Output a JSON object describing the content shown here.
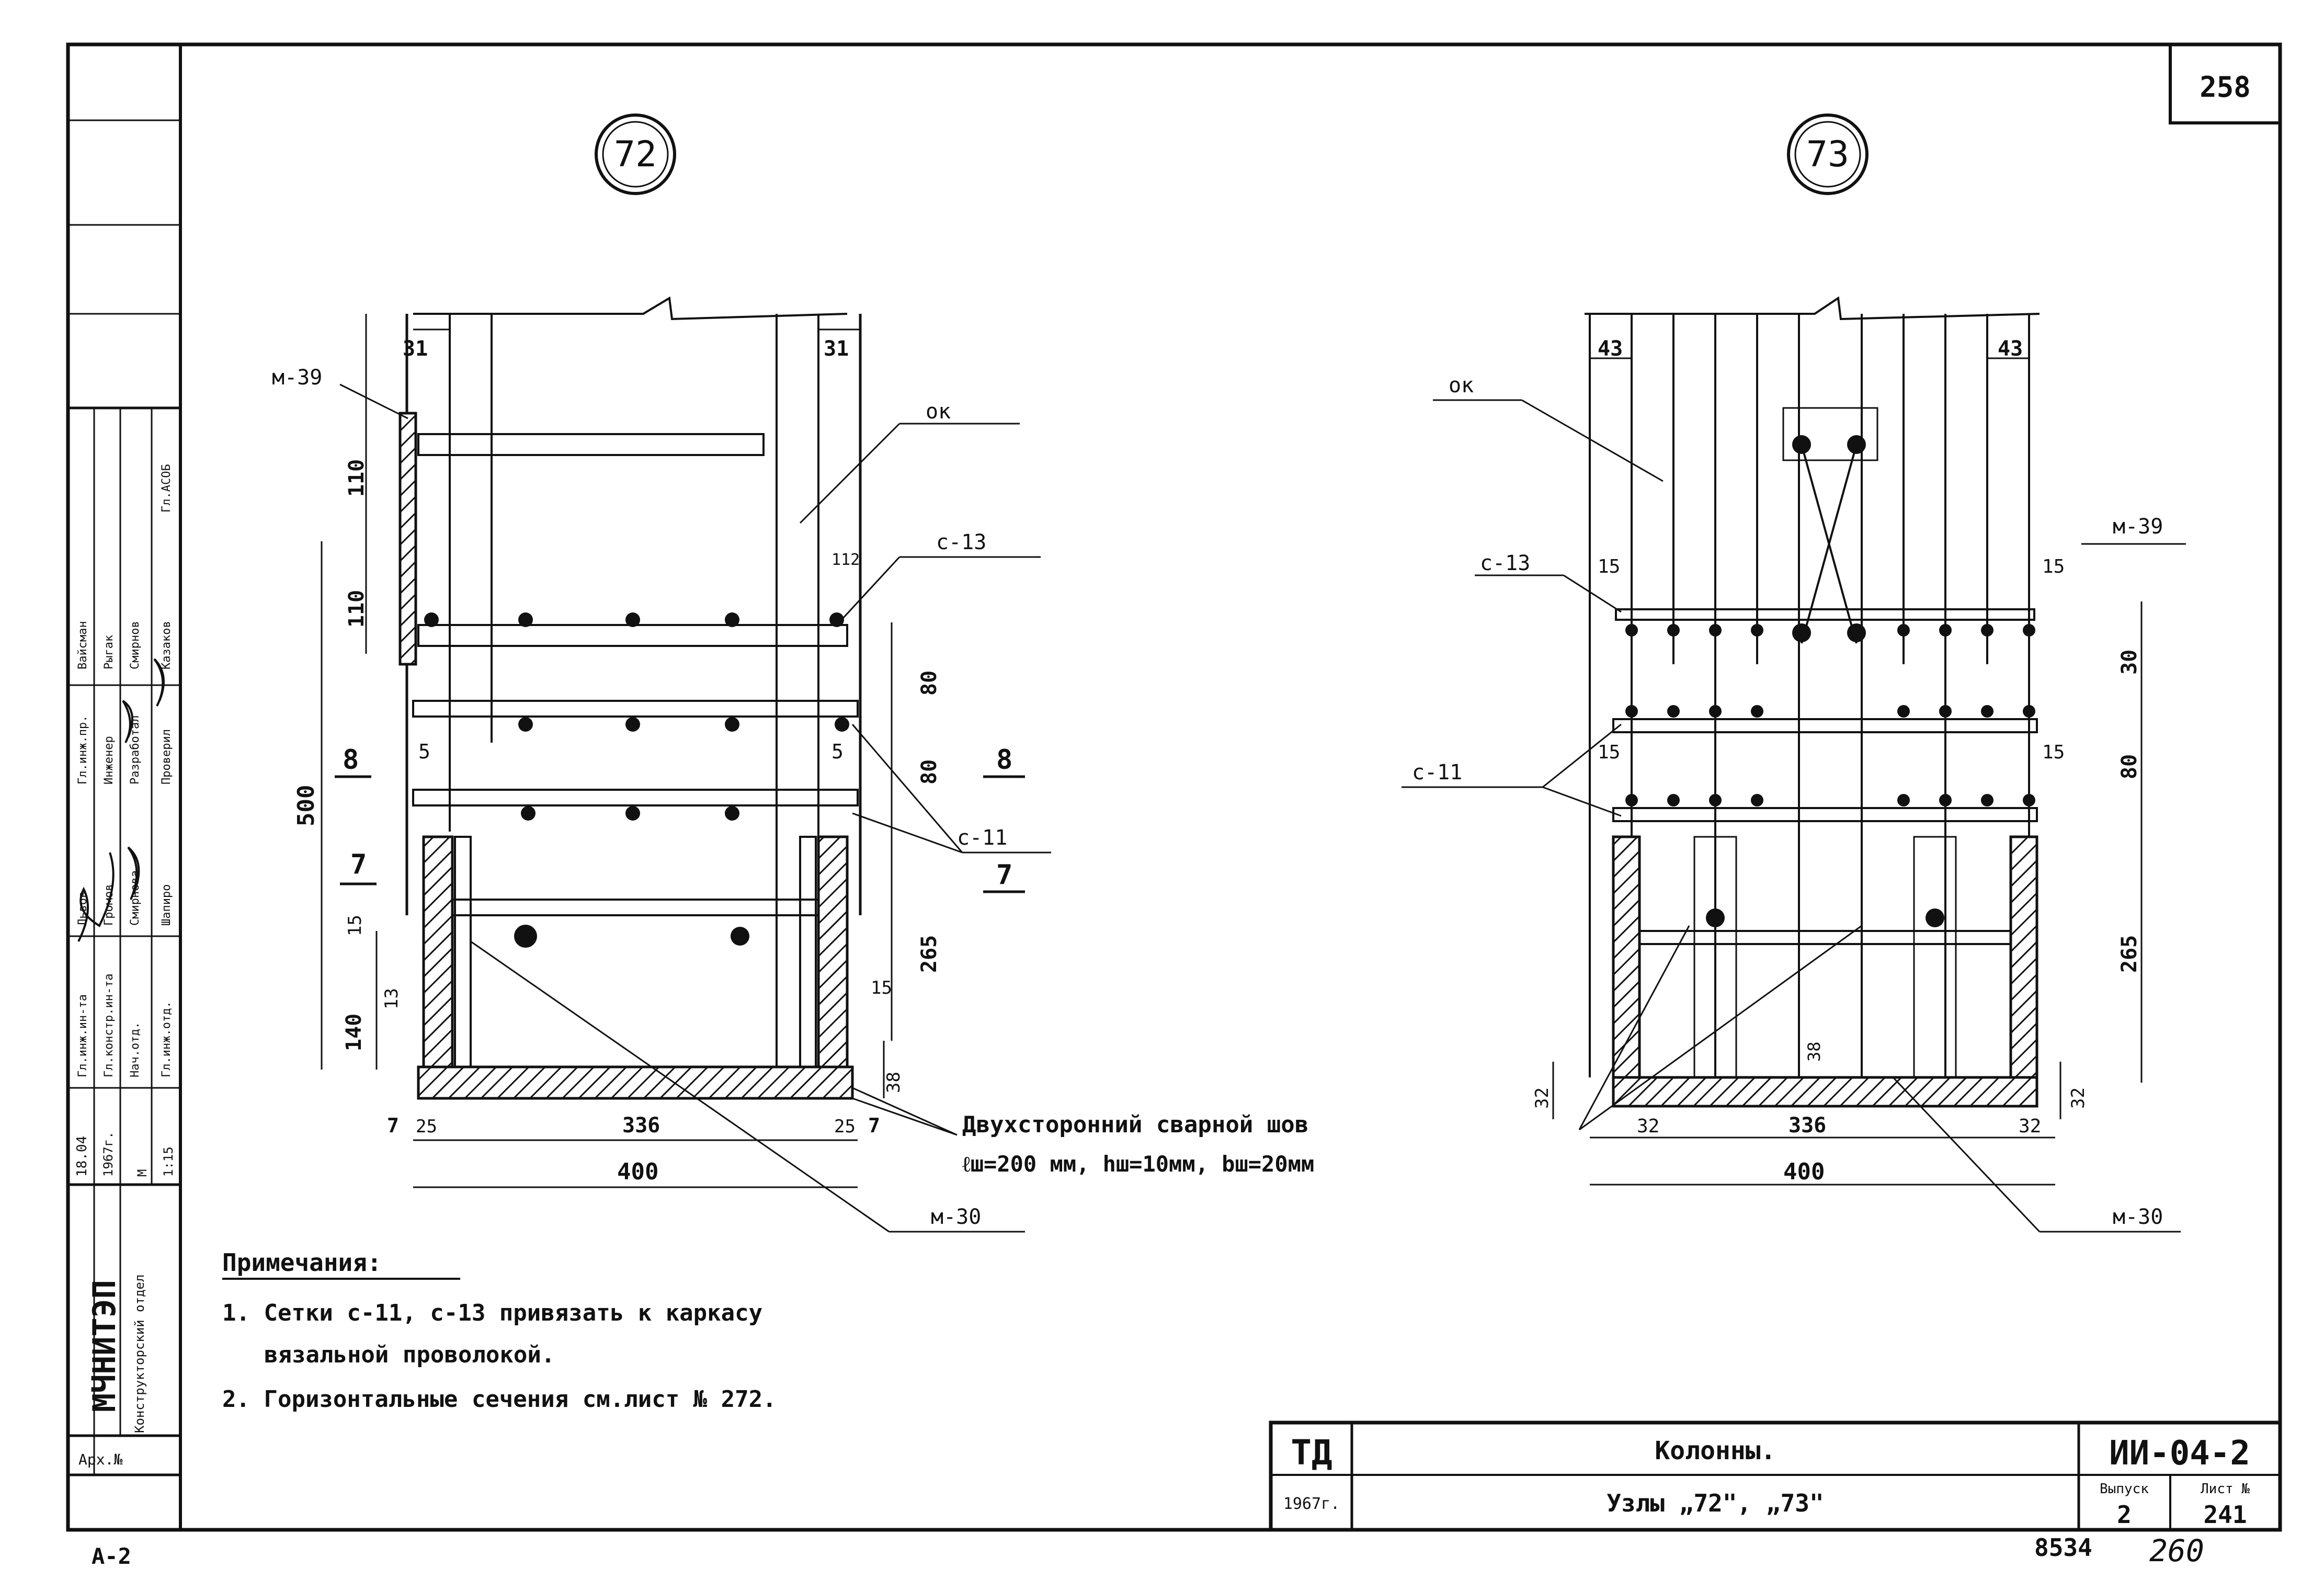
{
  "sheet": {
    "page_number": "258",
    "corner_mark": "А-2",
    "bottom_numbers": {
      "left": "8534",
      "right": "260"
    }
  },
  "node_72": {
    "marker": "72",
    "labels": {
      "m39": "м-39",
      "ok": "ок",
      "c13": "с-13",
      "c11": "с-11",
      "m30": "м-30",
      "sec8": "8",
      "sec7": "7"
    },
    "dims": {
      "top_left": "31",
      "top_right": "31",
      "v110a": "110",
      "v110b": "110",
      "v80a": "80",
      "v80b": "80",
      "v500": "500",
      "v265": "265",
      "v140": "140",
      "v15": "15",
      "v13": "13",
      "v15b": "15",
      "v38": "38",
      "v112": "112",
      "g5l": "5",
      "g5r": "5",
      "b7l": "7",
      "b25l": "25",
      "b336": "336",
      "b25r": "25",
      "b7r": "7",
      "b400": "400"
    }
  },
  "node_73": {
    "marker": "73",
    "labels": {
      "ok": "ок",
      "m39": "м-39",
      "c13": "с-13",
      "c11": "с-11",
      "m30": "м-30"
    },
    "dims": {
      "top_left": "43",
      "top_right": "43",
      "c15a": "15",
      "c15b": "15",
      "c15c": "15",
      "c15d": "15",
      "v30": "30",
      "v80": "80",
      "v265": "265",
      "v38": "38",
      "v32l": "32",
      "v32r": "32",
      "b32l": "32",
      "b336": "336",
      "b32r": "32",
      "b400": "400"
    }
  },
  "weld_note": {
    "line1": "Двухсторонний сварной шов",
    "line2": "ℓш=200 мм, hш=10мм, bш=20мм"
  },
  "notes": {
    "title": "Примечания:",
    "item1": "1. Сетки с-11, с-13 привязать к каркасу",
    "item1b": "вязальной проволокой.",
    "item2": "2. Горизонтальные сечения см.лист № 272."
  },
  "title_block": {
    "org": "ТД",
    "year": "1967г.",
    "name": "Колонны.",
    "subject": "Узлы „72\", „73\"",
    "code": "ИИ-04-2",
    "issue_label": "Выпуск",
    "sheet_label": "Лист №",
    "issue": "2",
    "sheet": "241"
  },
  "side_stamp": {
    "institute": "МЧНИТЭП",
    "dept": "Конструкторский отдел",
    "arch": "Арх.№",
    "date1": "18.04",
    "year": "1967г.",
    "scale_label": "М",
    "scale": "1:15",
    "roles": [
      "Гл.инж.ин-та",
      "Гл.констр.ин-та",
      "Нач.отд.",
      "Гл.инж.отд.",
      "Гл.инж.пр.",
      "Инженер",
      "Разработал",
      "Проверил"
    ],
    "names": [
      "Львов",
      "Громов",
      "Смирнова",
      "Шапиро",
      "Вайсман",
      "Рыгак",
      "Смирнов",
      "Казаков",
      "Гл.АСОБ"
    ]
  }
}
